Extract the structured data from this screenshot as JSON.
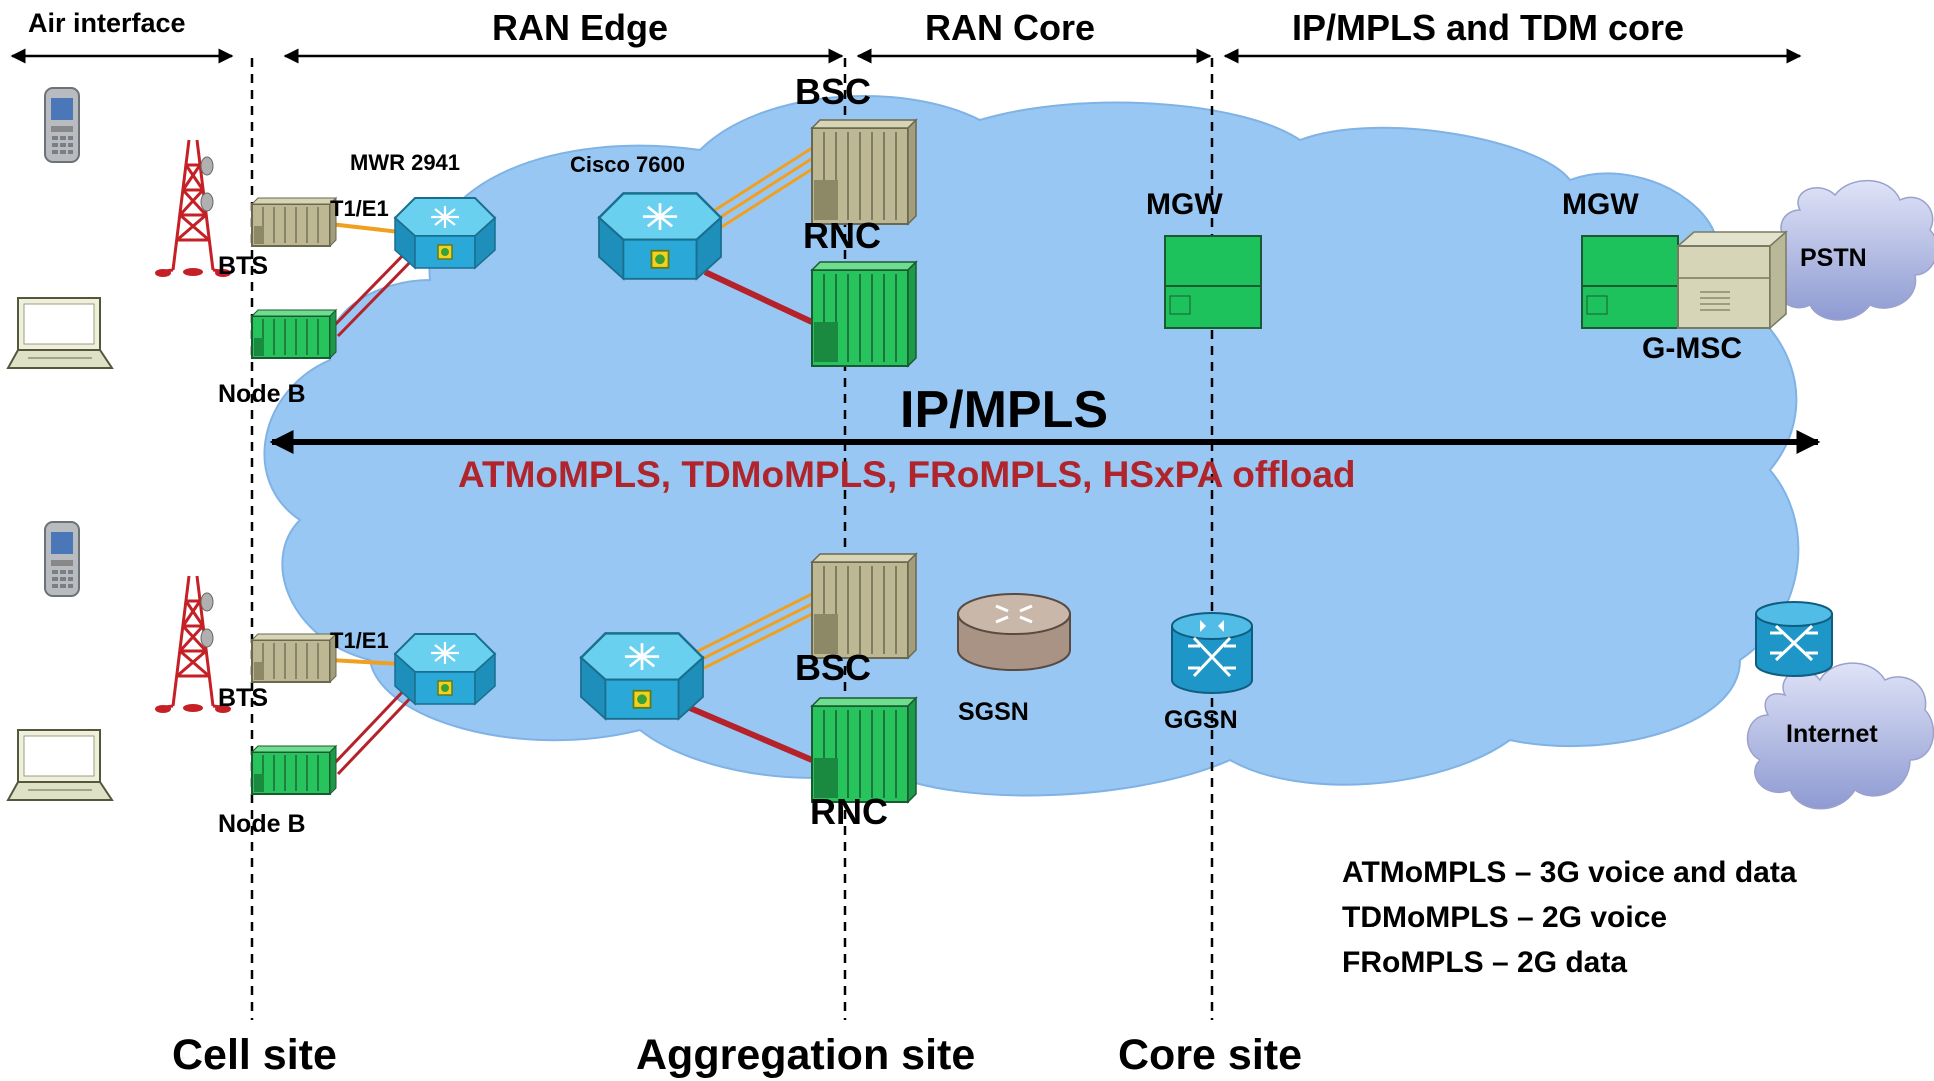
{
  "zones": {
    "air": "Air interface",
    "ran_edge": "RAN Edge",
    "ran_core": "RAN Core",
    "ipmpls_tdm": "IP/MPLS and TDM core"
  },
  "sites": {
    "cell": "Cell site",
    "aggregation": "Aggregation site",
    "core": "Core site"
  },
  "top": {
    "bts": "BTS",
    "nodeb": "Node B",
    "t1e1": "T1/E1",
    "mwr": "MWR 2941",
    "cisco": "Cisco 7600",
    "bsc": "BSC",
    "rnc": "RNC",
    "mgw_core": "MGW",
    "mgw_tdm": "MGW",
    "gmsc": "G-MSC",
    "pstn": "PSTN"
  },
  "bottom": {
    "bts": "BTS",
    "nodeb": "Node B",
    "t1e1": "T1/E1",
    "bsc": "BSC",
    "rnc": "RNC",
    "sgsn": "SGSN",
    "ggsn": "GGSN",
    "internet": "Internet"
  },
  "backbone": {
    "title": "IP/MPLS",
    "services": "ATMoMPLS, TDMoMPLS,  FRoMPLS, HSxPA offload"
  },
  "legend": {
    "line1": "ATMoMPLS – 3G voice and data",
    "line2": "TDMoMPLS – 2G voice",
    "line3": "FRoMPLS – 2G data"
  },
  "colors": {
    "cloud": "#99c7f3",
    "service_text": "#b0242b",
    "router": "#2aa9d8",
    "switch_green": "#1ec25c",
    "equipment_tan": "#c9c49e",
    "tdm_link": "#f0a020",
    "ip_link": "#b5222a"
  }
}
